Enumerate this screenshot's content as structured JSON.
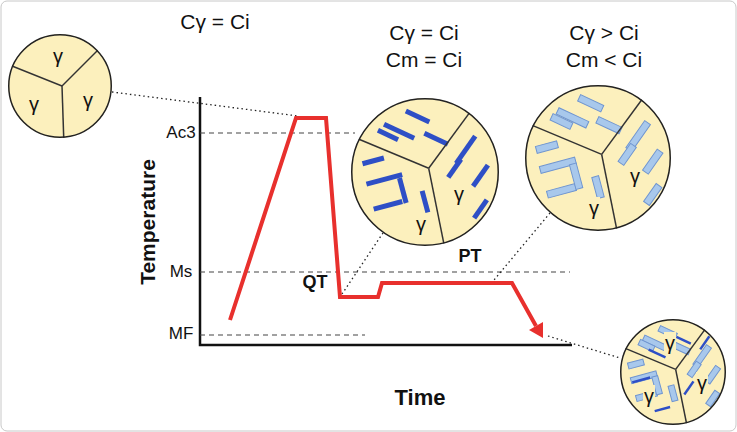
{
  "diagram": {
    "nodes": [
      {
        "text": [
          "Cγ = Ci",
          "γ",
          "γ",
          "γ"
        ]
      },
      {
        "text": [
          "Cγ = Ci",
          "Cm = Ci",
          "γ",
          "γ"
        ]
      },
      {
        "text": [
          "Cγ > Ci",
          "Cm < Ci",
          "γ",
          "γ"
        ]
      },
      {
        "text": [
          "γ",
          "γ",
          "γ"
        ]
      }
    ],
    "labels": [
      "Ac3",
      "Ms",
      "MF",
      "Temperature",
      "QT",
      "PT",
      "Time"
    ]
  }
}
